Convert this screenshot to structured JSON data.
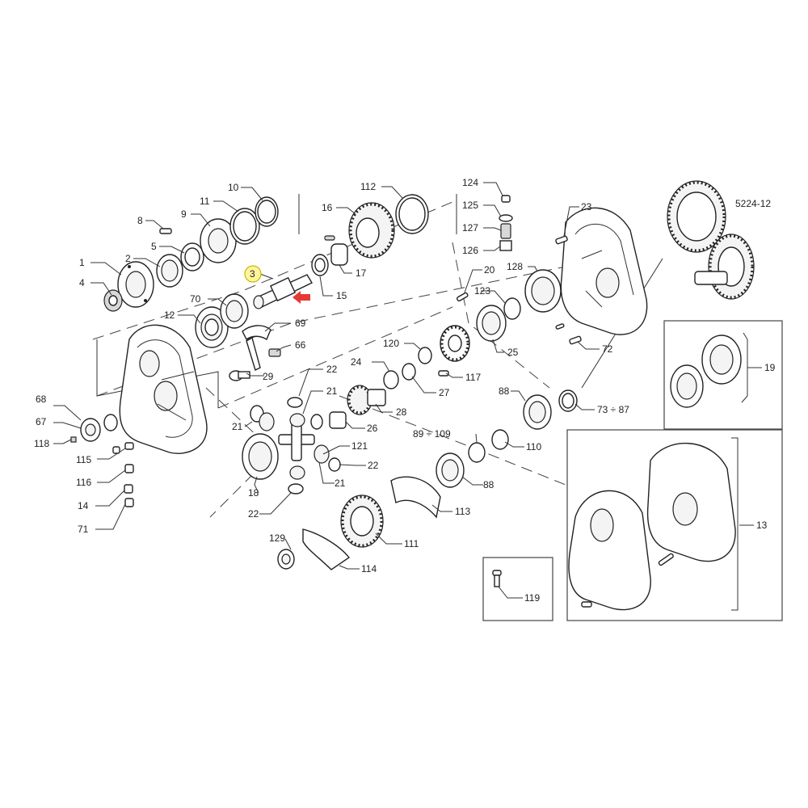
{
  "reference": "5224-12",
  "highlighted_part": "3",
  "colors": {
    "highlight_fill": "#fff59d",
    "arrow": "#e53935",
    "line": "#222222"
  },
  "labels": {
    "l1": "1",
    "l2": "2",
    "l3": "3",
    "l4": "4",
    "l5": "5",
    "l8": "8",
    "l9": "9",
    "l10": "10",
    "l11": "11",
    "l12": "12",
    "l13": "13",
    "l14": "14",
    "l15": "15",
    "l16": "16",
    "l17": "17",
    "l18": "18",
    "l19": "19",
    "l20": "20",
    "l21a": "21",
    "l21b": "21",
    "l21c": "21",
    "l22a": "22",
    "l22b": "22",
    "l22c": "22",
    "l23": "23",
    "l24": "24",
    "l25": "25",
    "l26": "26",
    "l27": "27",
    "l28": "28",
    "l29": "29",
    "l66": "66",
    "l67": "67",
    "l68": "68",
    "l69": "69",
    "l70": "70",
    "l71": "71",
    "l72": "72",
    "l73": "73 ÷ 87",
    "l88a": "88",
    "l88b": "88",
    "l89": "89 ÷ 109",
    "l110": "110",
    "l111": "111",
    "l112": "112",
    "l113": "113",
    "l114": "114",
    "l115": "115",
    "l116": "116",
    "l117": "117",
    "l118": "118",
    "l119": "119",
    "l120": "120",
    "l121": "121",
    "l123": "123",
    "l124": "124",
    "l125": "125",
    "l126": "126",
    "l127": "127",
    "l128": "128",
    "l129": "129"
  }
}
